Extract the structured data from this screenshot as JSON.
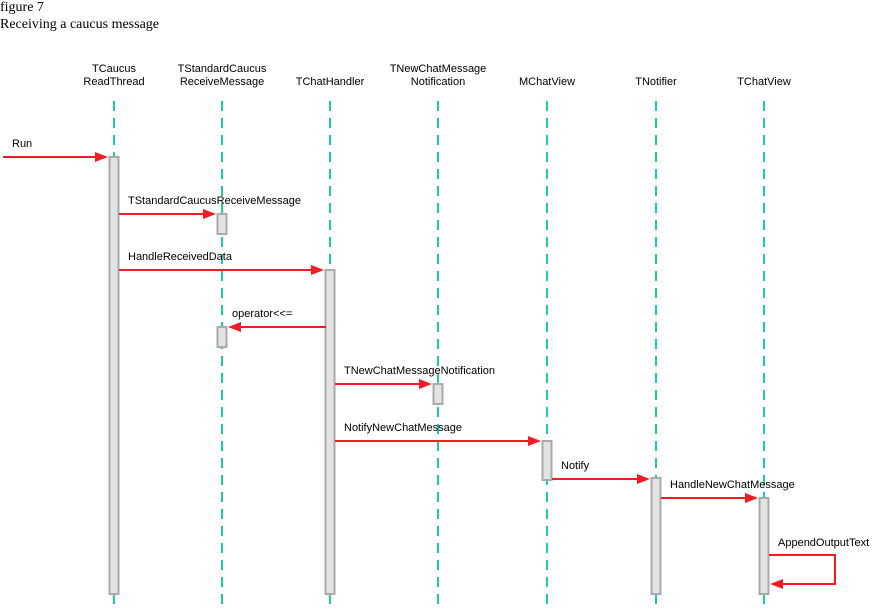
{
  "figure": {
    "number": "figure 7",
    "title": "Receiving a caucus message"
  },
  "participants": [
    {
      "line1": "TCaucus",
      "line2": "ReadThread"
    },
    {
      "line1": "TStandardCaucus",
      "line2": "ReceiveMessage"
    },
    {
      "line1": "",
      "line2": "TChatHandler"
    },
    {
      "line1": "TNewChatMessage",
      "line2": "Notification"
    },
    {
      "line1": "",
      "line2": "MChatView"
    },
    {
      "line1": "",
      "line2": "TNotifier"
    },
    {
      "line1": "",
      "line2": "TChatView"
    }
  ],
  "messages": [
    {
      "label": "Run",
      "from": null,
      "to": 0
    },
    {
      "label": "TStandardCaucusReceiveMessage",
      "from": 0,
      "to": 1
    },
    {
      "label": "HandleReceivedData",
      "from": 0,
      "to": 2
    },
    {
      "label": "operator<<=",
      "from": 2,
      "to": 1
    },
    {
      "label": "TNewChatMessageNotification",
      "from": 2,
      "to": 3
    },
    {
      "label": "NotifyNewChatMessage",
      "from": 2,
      "to": 4
    },
    {
      "label": "Notify",
      "from": 4,
      "to": 5
    },
    {
      "label": "HandleNewChatMessage",
      "from": 5,
      "to": 6
    },
    {
      "label": "AppendOutputText",
      "from": 6,
      "to": 6
    }
  ],
  "colors": {
    "lifeline": "#1ecfa0",
    "arrow": "#f41c24",
    "activation_fill": "#e3e3e3",
    "activation_stroke": "#aaaaaa"
  }
}
